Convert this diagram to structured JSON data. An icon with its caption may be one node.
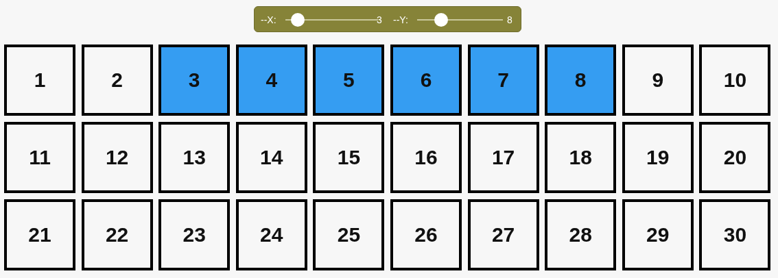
{
  "diagram": {
    "nodes": [
      {
        "text": [
          "--X:",
          "3",
          "--Y:",
          "8"
        ]
      },
      {
        "text": [
          "1"
        ]
      },
      {
        "text": [
          "2"
        ]
      },
      {
        "text": [
          "3"
        ]
      },
      {
        "text": [
          "4"
        ]
      },
      {
        "text": [
          "5"
        ]
      },
      {
        "text": [
          "6"
        ]
      },
      {
        "text": [
          "7"
        ]
      },
      {
        "text": [
          "8"
        ]
      },
      {
        "text": [
          "9"
        ]
      },
      {
        "text": [
          "10"
        ]
      },
      {
        "text": [
          "11"
        ]
      },
      {
        "text": [
          "12"
        ]
      },
      {
        "text": [
          "13"
        ]
      },
      {
        "text": [
          "14"
        ]
      },
      {
        "text": [
          "15"
        ]
      },
      {
        "text": [
          "16"
        ]
      },
      {
        "text": [
          "17"
        ]
      },
      {
        "text": [
          "18"
        ]
      },
      {
        "text": [
          "19"
        ]
      },
      {
        "text": [
          "20"
        ]
      },
      {
        "text": [
          "21"
        ]
      },
      {
        "text": [
          "22"
        ]
      },
      {
        "text": [
          "23"
        ]
      },
      {
        "text": [
          "24"
        ]
      },
      {
        "text": [
          "25"
        ]
      },
      {
        "text": [
          "26"
        ]
      },
      {
        "text": [
          "27"
        ]
      },
      {
        "text": [
          "28"
        ]
      },
      {
        "text": [
          "29"
        ]
      },
      {
        "text": [
          "30"
        ]
      }
    ]
  }
}
